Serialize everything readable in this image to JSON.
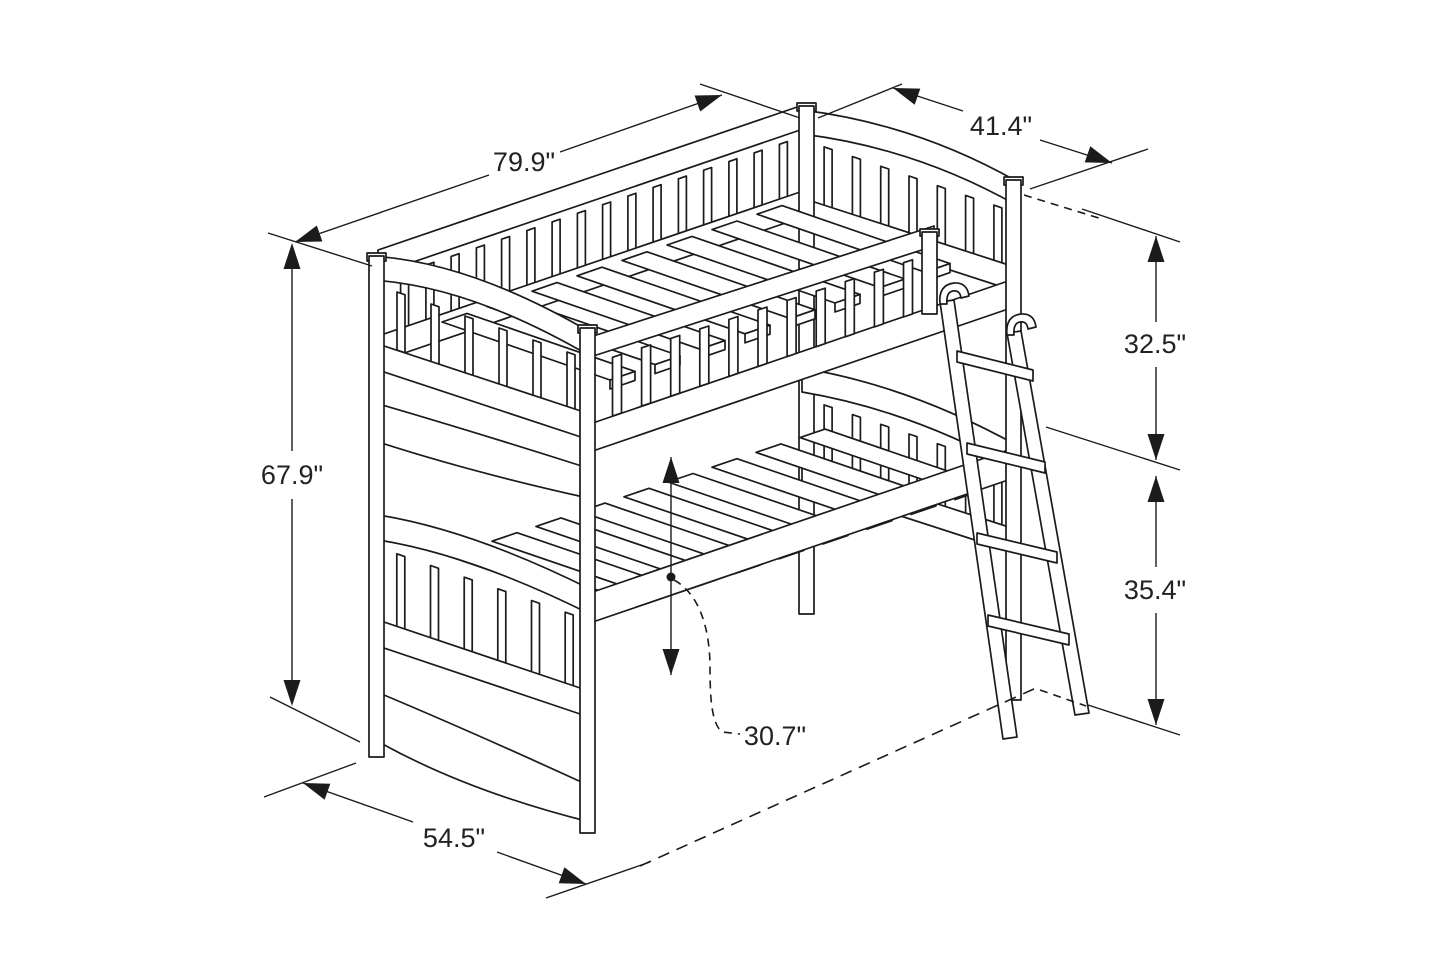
{
  "figure": {
    "background": "#ffffff",
    "line_color": "#1b1b1b",
    "label_color": "#222222",
    "dimensions": {
      "length_top": "79.9\"",
      "width_head": "41.4\"",
      "upper_height": "32.5\"",
      "lower_height": "35.4\"",
      "overall_height": "67.9\"",
      "bunk_clearance": "30.7\"",
      "width_floor": "54.5\""
    }
  }
}
